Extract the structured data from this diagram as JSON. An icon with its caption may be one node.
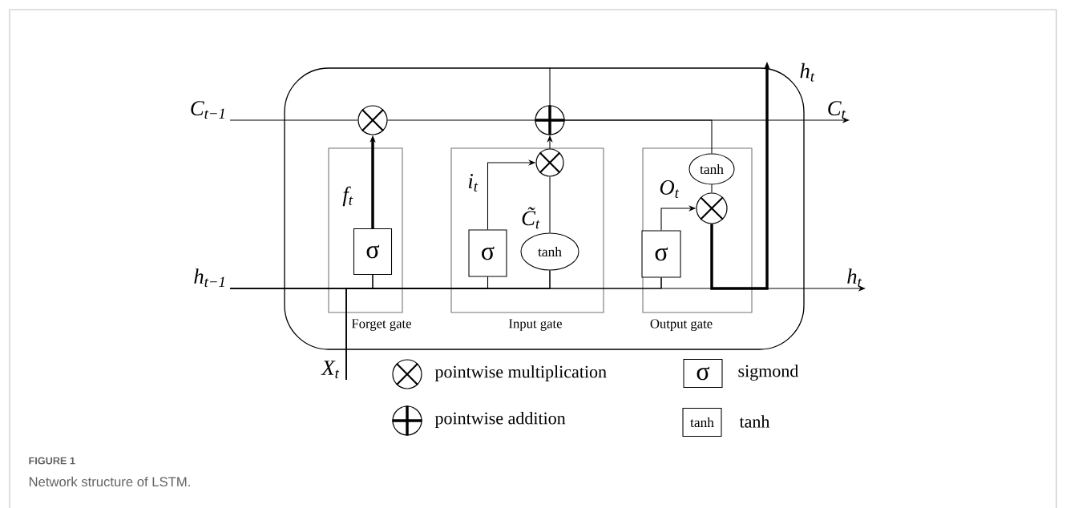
{
  "diagram": {
    "title": "FIGURE 1",
    "caption": "Network structure of LSTM.",
    "nodes": [
      {
        "text": [],
        "shape": "box"
      },
      {
        "text": [
          "Forget gate"
        ],
        "in": 0
      },
      {
        "text": [
          "Input gate"
        ],
        "in": 0
      },
      {
        "text": [
          "Output gate"
        ],
        "in": 0
      },
      {
        "text": [],
        "shape": "circle",
        "in": 0
      },
      {
        "text": [],
        "shape": "circle",
        "in": 0
      },
      {
        "text": [
          "σ"
        ],
        "in": 1
      },
      {
        "text": [
          "σ"
        ],
        "in": 2
      },
      {
        "text": [],
        "shape": "circle",
        "in": 2
      },
      {
        "text": [
          "tanh"
        ],
        "in": 2
      },
      {
        "text": [
          "σ"
        ],
        "in": 3
      },
      {
        "text": [
          "tanh"
        ],
        "in": 3
      },
      {
        "text": [],
        "shape": "circle",
        "in": 3
      },
      {
        "text": [
          "C$_{t−1}$"
        ]
      },
      {
        "text": [
          "C$_{t}$"
        ]
      },
      {
        "text": [
          "h$_{t−1}$"
        ]
      },
      {
        "text": [
          "h$_{t}$"
        ]
      },
      {
        "text": [
          "h$_{t}$"
        ]
      },
      {
        "text": [
          "X$_{t}$"
        ]
      }
    ],
    "edges": [
      {
        "from": 13,
        "to": 4,
        "arrow": "none"
      },
      {
        "from": 4,
        "to": 5,
        "arrow": "none"
      },
      {
        "from": 5,
        "to": 14,
        "arrow": "to"
      },
      {
        "from": 5,
        "to": 0,
        "arrow": "none"
      },
      {
        "from": 5,
        "to": 11,
        "arrow": "none"
      },
      {
        "from": 15,
        "to": 6,
        "arrow": "none"
      },
      {
        "from": 15,
        "to": 7,
        "arrow": "none"
      },
      {
        "from": 15,
        "to": 9,
        "arrow": "none"
      },
      {
        "from": 15,
        "to": 10,
        "arrow": "none"
      },
      {
        "from": 18,
        "to": 6,
        "arrow": "none"
      },
      {
        "from": 18,
        "to": 7,
        "arrow": "none"
      },
      {
        "from": 18,
        "to": 9,
        "arrow": "none"
      },
      {
        "from": 18,
        "to": 10,
        "arrow": "none"
      },
      {
        "from": 6,
        "to": 4,
        "arrow": "to",
        "style": "thick",
        "label": "f$_{t}$"
      },
      {
        "from": 7,
        "to": 8,
        "arrow": "to",
        "label": "i$_{t}$"
      },
      {
        "from": 9,
        "to": 8,
        "arrow": "none",
        "label": "C̃$_{t}$"
      },
      {
        "from": 8,
        "to": 5,
        "arrow": "to"
      },
      {
        "from": 11,
        "to": 12,
        "arrow": "none"
      },
      {
        "from": 10,
        "to": 12,
        "arrow": "to",
        "label": "O$_{t}$"
      },
      {
        "from": 12,
        "to": 16,
        "arrow": "to"
      },
      {
        "from": 12,
        "to": 17,
        "arrow": "to",
        "style": "thick"
      }
    ],
    "labels": [
      "σ",
      "tanh"
    ],
    "legend": [
      {
        "text": "pointwise multiplication"
      },
      {
        "text": "pointwise addition"
      },
      {
        "text": "sigmond"
      },
      {
        "text": "tanh"
      }
    ]
  }
}
